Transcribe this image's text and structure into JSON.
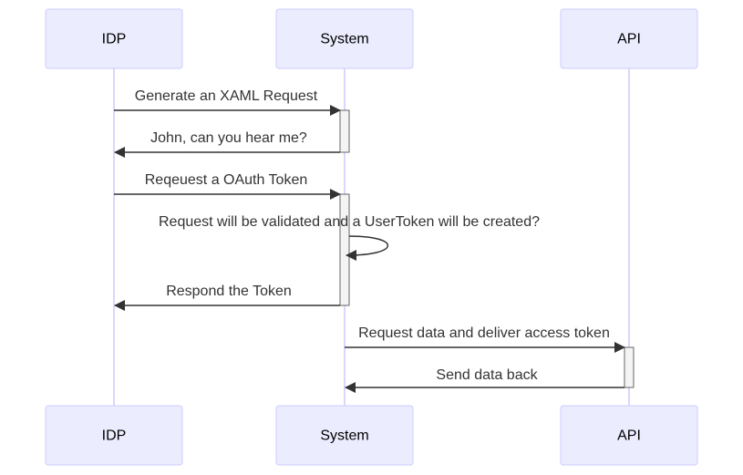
{
  "colors": {
    "actor_fill": "#ECECFF",
    "actor_border": "#CCCCFF",
    "lifeline": "#CCCCFF",
    "message": "#333333",
    "activation_fill": "#F4F4F4",
    "activation_border": "#666666"
  },
  "participants": [
    {
      "id": "idp",
      "label": "IDP"
    },
    {
      "id": "system",
      "label": "System"
    },
    {
      "id": "api",
      "label": "API"
    }
  ],
  "messages": [
    {
      "from": "idp",
      "to": "system",
      "label": "Generate an XAML Request"
    },
    {
      "from": "system",
      "to": "idp",
      "label": "John, can you hear me?"
    },
    {
      "from": "idp",
      "to": "system",
      "label": "Reqeuest a OAuth Token"
    },
    {
      "from": "system",
      "to": "system",
      "label": "Request will be validated and a UserToken will be created?"
    },
    {
      "from": "system",
      "to": "idp",
      "label": "Respond the Token"
    },
    {
      "from": "system",
      "to": "api",
      "label": "Request data and deliver access token"
    },
    {
      "from": "api",
      "to": "system",
      "label": "Send data back"
    }
  ]
}
